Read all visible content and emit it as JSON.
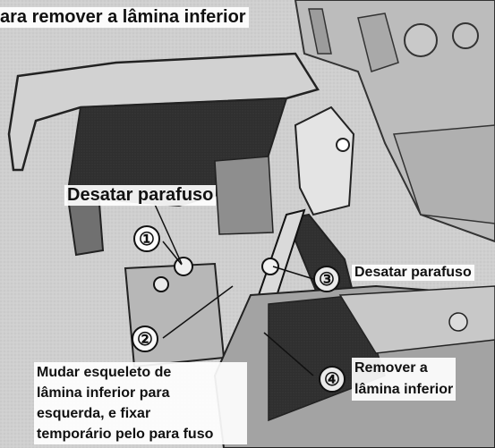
{
  "title": "ara remover a lâmina inferior",
  "steps": [
    {
      "number": "①",
      "label": "Desatar parafuso"
    },
    {
      "number": "②",
      "label": ""
    },
    {
      "number": "③",
      "label": "Desatar parafuso"
    },
    {
      "number": "④",
      "label": "Remover a lâmina inferior"
    }
  ],
  "note_step2": {
    "line1": "Mudar esqueleto de",
    "line2": "lâmina inferior para",
    "line3": "esquerda, e fixar",
    "line4": "temporário pelo para fuso"
  },
  "step4_lines": {
    "line1": "Remover a",
    "line2": "lâmina inferior"
  },
  "colors": {
    "paper": "#d8d8d8",
    "ink": "#111111",
    "shadow": "#2b2b2b"
  }
}
